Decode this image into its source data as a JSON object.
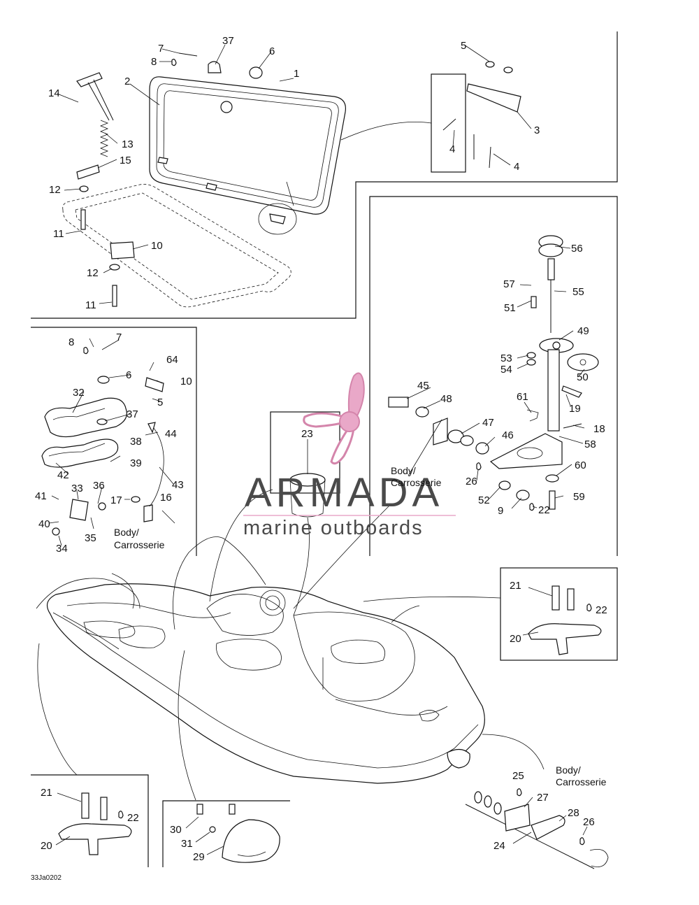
{
  "diagram_code": "33Ja0202",
  "watermark": {
    "brand": "ARMADA",
    "tagline": "marine outboards",
    "accent_color": "#e5a3c4"
  },
  "labels": {
    "l1": "1",
    "l2": "2",
    "l3": "3",
    "l4a": "4",
    "l4b": "4",
    "l5a": "5",
    "l6a": "6",
    "l7a": "7",
    "l8a": "8",
    "l37a": "37",
    "l10a": "10",
    "l11a": "11",
    "l11b": "11",
    "l12a": "12",
    "l12b": "12",
    "l13": "13",
    "l14": "14",
    "l15": "15",
    "l5b": "5",
    "l6b": "6",
    "l7b": "7",
    "l8b": "8",
    "l10b": "10",
    "l16": "16",
    "l17": "17",
    "l32": "32",
    "l33": "33",
    "l34": "34",
    "l35": "35",
    "l36": "36",
    "l37b": "37",
    "l38": "38",
    "l39": "39",
    "l40": "40",
    "l41": "41",
    "l42": "42",
    "l43": "43",
    "l44": "44",
    "l64": "64",
    "l23": "23",
    "l9": "9",
    "l18": "18",
    "l19": "19",
    "l22a": "22",
    "l26a": "26",
    "l45": "45",
    "l46": "46",
    "l47": "47",
    "l48": "48",
    "l49": "49",
    "l50": "50",
    "l51": "51",
    "l52": "52",
    "l53": "53",
    "l54": "54",
    "l55": "55",
    "l56": "56",
    "l57": "57",
    "l58": "58",
    "l59": "59",
    "l60": "60",
    "l61": "61",
    "l20a": "20",
    "l21a": "21",
    "l22b": "22",
    "l20b": "20",
    "l21b": "21",
    "l22c": "22",
    "l29": "29",
    "l30": "30",
    "l31": "31",
    "l24": "24",
    "l25": "25",
    "l26b": "26",
    "l27": "27",
    "l28": "28"
  },
  "body_notes": {
    "left_panel": [
      "Body/",
      "Carrosserie"
    ],
    "center_panel": [
      "Body/",
      "Carrosserie"
    ],
    "bottom_right": [
      "Body/",
      "Carrosserie"
    ]
  }
}
